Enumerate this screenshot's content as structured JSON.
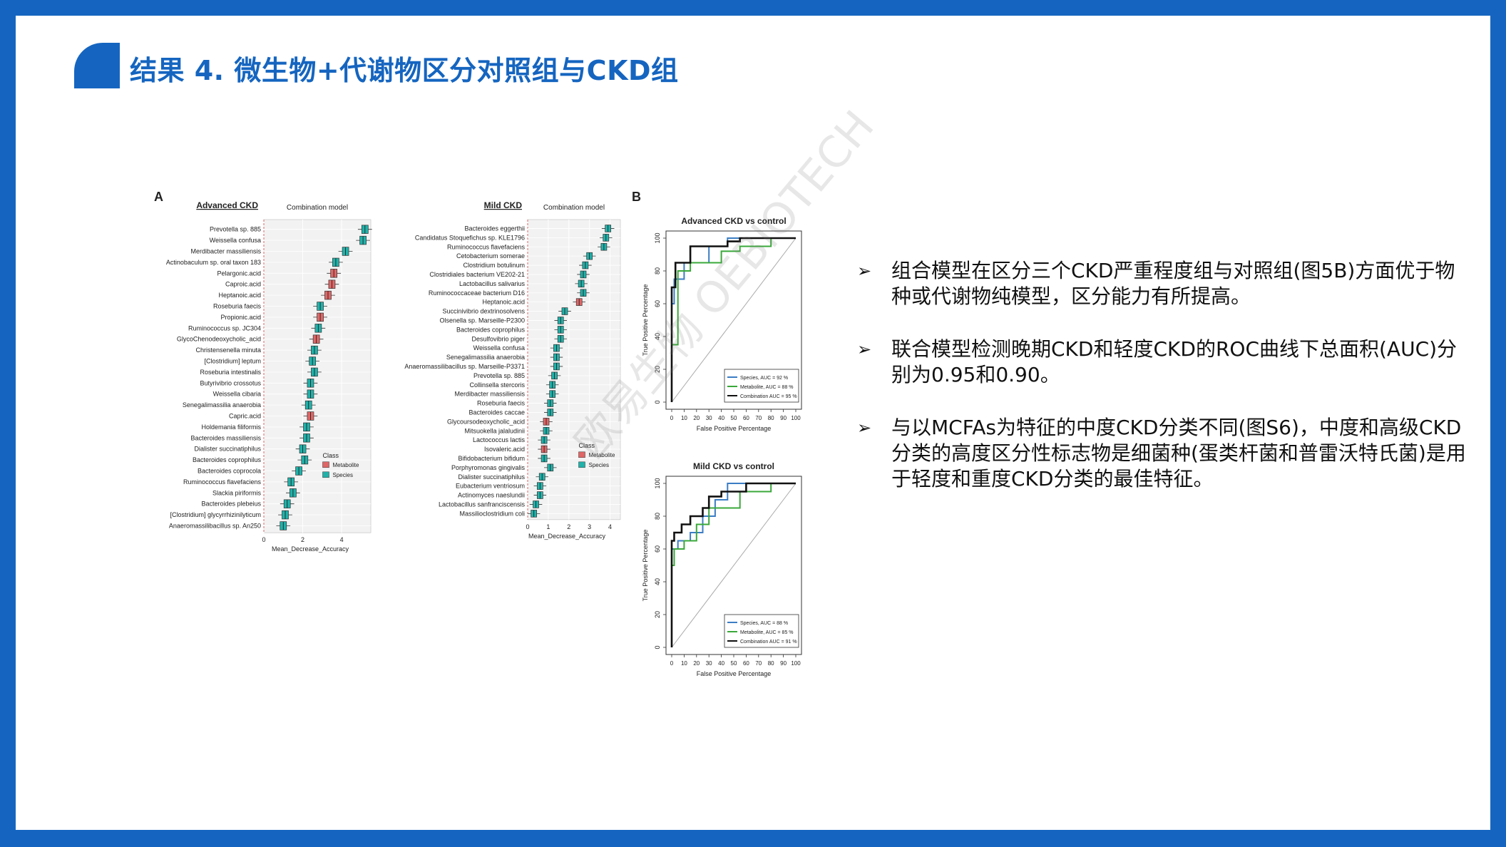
{
  "title": "结果 4. 微生物+代谢物区分对照组与CKD组",
  "watermark": "欧易生物 OEBIOTECH",
  "figure": {
    "panel_a_letter": "A",
    "panel_b_letter": "B",
    "importance_plots": [
      {
        "group_title": "Advanced CKD",
        "model_title": "Combination model",
        "xlabel": "Mean_Decrease_Accuracy",
        "xticks": [
          "0",
          "2",
          "4"
        ],
        "xlim": [
          0,
          5.5
        ],
        "legend_title": "Class",
        "legend": [
          {
            "name": "Metabolite",
            "color": "#e06666"
          },
          {
            "name": "Species",
            "color": "#20b2aa"
          }
        ],
        "features": [
          {
            "label": "Prevotella sp. 885",
            "value": 5.2,
            "class": "Species"
          },
          {
            "label": "Weissella confusa",
            "value": 5.1,
            "class": "Species"
          },
          {
            "label": "Merdibacter massiliensis",
            "value": 4.2,
            "class": "Species"
          },
          {
            "label": "Actinobaculum sp. oral taxon 183",
            "value": 3.7,
            "class": "Species"
          },
          {
            "label": "Pelargonic.acid",
            "value": 3.6,
            "class": "Metabolite"
          },
          {
            "label": "Caproic.acid",
            "value": 3.5,
            "class": "Metabolite"
          },
          {
            "label": "Heptanoic.acid",
            "value": 3.3,
            "class": "Metabolite"
          },
          {
            "label": "Roseburia faecis",
            "value": 2.9,
            "class": "Species"
          },
          {
            "label": "Propionic.acid",
            "value": 2.9,
            "class": "Metabolite"
          },
          {
            "label": "Ruminococcus sp. JC304",
            "value": 2.8,
            "class": "Species"
          },
          {
            "label": "GlycoChenodeoxycholic_acid",
            "value": 2.7,
            "class": "Metabolite"
          },
          {
            "label": "Christensenella minuta",
            "value": 2.6,
            "class": "Species"
          },
          {
            "label": "[Clostridium] leptum",
            "value": 2.5,
            "class": "Species"
          },
          {
            "label": "Roseburia intestinalis",
            "value": 2.6,
            "class": "Species"
          },
          {
            "label": "Butyrivibrio crossotus",
            "value": 2.4,
            "class": "Species"
          },
          {
            "label": "Weissella cibaria",
            "value": 2.4,
            "class": "Species"
          },
          {
            "label": "Senegalimassilia anaerobia",
            "value": 2.3,
            "class": "Species"
          },
          {
            "label": "Capric.acid",
            "value": 2.4,
            "class": "Metabolite"
          },
          {
            "label": "Holdemania filiformis",
            "value": 2.2,
            "class": "Species"
          },
          {
            "label": "Bacteroides massiliensis",
            "value": 2.2,
            "class": "Species"
          },
          {
            "label": "Dialister succinatiphilus",
            "value": 2.0,
            "class": "Species"
          },
          {
            "label": "Bacteroides coprophilus",
            "value": 2.1,
            "class": "Species"
          },
          {
            "label": "Bacteroides coprocola",
            "value": 1.8,
            "class": "Species"
          },
          {
            "label": "Ruminococcus flavefaciens",
            "value": 1.4,
            "class": "Species"
          },
          {
            "label": "Slackia piriformis",
            "value": 1.5,
            "class": "Species"
          },
          {
            "label": "Bacteroides plebeius",
            "value": 1.2,
            "class": "Species"
          },
          {
            "label": "[Clostridium] glycyrrhizinilyticum",
            "value": 1.1,
            "class": "Species"
          },
          {
            "label": "Anaeromassilibacillus sp. An250",
            "value": 1.0,
            "class": "Species"
          }
        ]
      },
      {
        "group_title": "Mild CKD",
        "model_title": "Combination model",
        "xlabel": "Mean_Decrease_Accuracy",
        "xticks": [
          "0",
          "1",
          "2",
          "3",
          "4"
        ],
        "xlim": [
          0,
          4.5
        ],
        "legend_title": "Class",
        "legend": [
          {
            "name": "Metabolite",
            "color": "#e06666"
          },
          {
            "name": "Species",
            "color": "#20b2aa"
          }
        ],
        "features": [
          {
            "label": "Bacteroides eggerthii",
            "value": 3.9,
            "class": "Species"
          },
          {
            "label": "Candidatus Stoquefichus sp. KLE1796",
            "value": 3.8,
            "class": "Species"
          },
          {
            "label": "Ruminococcus flavefaciens",
            "value": 3.7,
            "class": "Species"
          },
          {
            "label": "Cetobacterium somerae",
            "value": 3.0,
            "class": "Species"
          },
          {
            "label": "Clostridium botulinum",
            "value": 2.8,
            "class": "Species"
          },
          {
            "label": "Clostridiales bacterium VE202-21",
            "value": 2.7,
            "class": "Species"
          },
          {
            "label": "Lactobacillus salivarius",
            "value": 2.6,
            "class": "Species"
          },
          {
            "label": "Ruminococcaceae bacterium D16",
            "value": 2.7,
            "class": "Species"
          },
          {
            "label": "Heptanoic.acid",
            "value": 2.5,
            "class": "Metabolite"
          },
          {
            "label": "Succinivibrio dextrinosolvens",
            "value": 1.8,
            "class": "Species"
          },
          {
            "label": "Olsenella sp. Marseille-P2300",
            "value": 1.6,
            "class": "Species"
          },
          {
            "label": "Bacteroides coprophilus",
            "value": 1.6,
            "class": "Species"
          },
          {
            "label": "Desulfovibrio piger",
            "value": 1.6,
            "class": "Species"
          },
          {
            "label": "Weissella confusa",
            "value": 1.4,
            "class": "Species"
          },
          {
            "label": "Senegalimassilia anaerobia",
            "value": 1.4,
            "class": "Species"
          },
          {
            "label": "Anaeromassilibacillus sp. Marseille-P3371",
            "value": 1.4,
            "class": "Species"
          },
          {
            "label": "Prevotella sp. 885",
            "value": 1.3,
            "class": "Species"
          },
          {
            "label": "Collinsella stercoris",
            "value": 1.2,
            "class": "Species"
          },
          {
            "label": "Merdibacter massiliensis",
            "value": 1.2,
            "class": "Species"
          },
          {
            "label": "Roseburia faecis",
            "value": 1.1,
            "class": "Species"
          },
          {
            "label": "Bacteroides caccae",
            "value": 1.1,
            "class": "Species"
          },
          {
            "label": "Glycoursodeoxycholic_acid",
            "value": 0.9,
            "class": "Metabolite"
          },
          {
            "label": "Mitsuokella jalaludinii",
            "value": 0.9,
            "class": "Species"
          },
          {
            "label": "Lactococcus lactis",
            "value": 0.8,
            "class": "Species"
          },
          {
            "label": "Isovaleric.acid",
            "value": 0.8,
            "class": "Metabolite"
          },
          {
            "label": "Bifidobacterium bifidum",
            "value": 0.8,
            "class": "Species"
          },
          {
            "label": "Porphyromonas gingivalis",
            "value": 1.1,
            "class": "Species"
          },
          {
            "label": "Dialister succinatiphilus",
            "value": 0.7,
            "class": "Species"
          },
          {
            "label": "Eubacterium ventriosum",
            "value": 0.6,
            "class": "Species"
          },
          {
            "label": "Actinomyces naeslundii",
            "value": 0.6,
            "class": "Species"
          },
          {
            "label": "Lactobacillus sanfranciscensis",
            "value": 0.4,
            "class": "Species"
          },
          {
            "label": "Massilioclostridium coli",
            "value": 0.3,
            "class": "Species"
          }
        ]
      }
    ],
    "roc_plots": [
      {
        "title": "Advanced CKD vs control",
        "xlabel": "False Positive Percentage",
        "ylabel": "True Positive Percentage",
        "ticks": [
          "0",
          "20",
          "40",
          "60",
          "80",
          "100"
        ],
        "xticks": [
          "0",
          "10",
          "20",
          "30",
          "40",
          "50",
          "60",
          "70",
          "80",
          "90",
          "100"
        ],
        "legend": [
          {
            "name": "Species, AUC = 92 %",
            "color": "#3b7dc4"
          },
          {
            "name": "Metabolite, AUC = 88 %",
            "color": "#3aa83a"
          },
          {
            "name": "Combination AUC = 95 %",
            "color": "#111111"
          }
        ],
        "curves": [
          {
            "name": "Species",
            "color": "#3b7dc4",
            "points": [
              [
                0,
                0
              ],
              [
                0,
                60
              ],
              [
                2,
                60
              ],
              [
                2,
                75
              ],
              [
                10,
                75
              ],
              [
                10,
                85
              ],
              [
                30,
                85
              ],
              [
                30,
                95
              ],
              [
                45,
                95
              ],
              [
                45,
                100
              ],
              [
                100,
                100
              ]
            ]
          },
          {
            "name": "Metabolite",
            "color": "#3aa83a",
            "points": [
              [
                0,
                0
              ],
              [
                0,
                35
              ],
              [
                5,
                35
              ],
              [
                5,
                80
              ],
              [
                15,
                80
              ],
              [
                15,
                85
              ],
              [
                40,
                85
              ],
              [
                40,
                92
              ],
              [
                55,
                92
              ],
              [
                55,
                95
              ],
              [
                80,
                95
              ],
              [
                80,
                100
              ],
              [
                100,
                100
              ]
            ]
          },
          {
            "name": "Combination",
            "color": "#111111",
            "points": [
              [
                0,
                0
              ],
              [
                0,
                70
              ],
              [
                3,
                70
              ],
              [
                3,
                85
              ],
              [
                15,
                85
              ],
              [
                15,
                95
              ],
              [
                45,
                95
              ],
              [
                45,
                98
              ],
              [
                55,
                98
              ],
              [
                55,
                100
              ],
              [
                100,
                100
              ]
            ]
          }
        ]
      },
      {
        "title": "Mild CKD vs control",
        "xlabel": "False Positive Percentage",
        "ylabel": "True Positive Percentage",
        "ticks": [
          "0",
          "20",
          "40",
          "60",
          "80",
          "100"
        ],
        "xticks": [
          "0",
          "10",
          "20",
          "30",
          "40",
          "50",
          "60",
          "70",
          "80",
          "90",
          "100"
        ],
        "legend": [
          {
            "name": "Species, AUC = 88 %",
            "color": "#3b7dc4"
          },
          {
            "name": "Metabolite, AUC = 85 %",
            "color": "#3aa83a"
          },
          {
            "name": "Combination AUC = 91 %",
            "color": "#111111"
          }
        ],
        "curves": [
          {
            "name": "Species",
            "color": "#3b7dc4",
            "points": [
              [
                0,
                0
              ],
              [
                0,
                60
              ],
              [
                5,
                60
              ],
              [
                5,
                65
              ],
              [
                15,
                65
              ],
              [
                15,
                70
              ],
              [
                25,
                70
              ],
              [
                25,
                80
              ],
              [
                35,
                80
              ],
              [
                35,
                90
              ],
              [
                45,
                90
              ],
              [
                45,
                100
              ],
              [
                100,
                100
              ]
            ]
          },
          {
            "name": "Metabolite",
            "color": "#3aa83a",
            "points": [
              [
                0,
                0
              ],
              [
                0,
                50
              ],
              [
                2,
                50
              ],
              [
                2,
                60
              ],
              [
                10,
                60
              ],
              [
                10,
                65
              ],
              [
                20,
                65
              ],
              [
                20,
                75
              ],
              [
                30,
                75
              ],
              [
                30,
                85
              ],
              [
                55,
                85
              ],
              [
                55,
                95
              ],
              [
                80,
                95
              ],
              [
                80,
                100
              ],
              [
                100,
                100
              ]
            ]
          },
          {
            "name": "Combination",
            "color": "#111111",
            "points": [
              [
                0,
                0
              ],
              [
                0,
                65
              ],
              [
                2,
                65
              ],
              [
                2,
                70
              ],
              [
                8,
                70
              ],
              [
                8,
                75
              ],
              [
                15,
                75
              ],
              [
                15,
                80
              ],
              [
                25,
                80
              ],
              [
                25,
                85
              ],
              [
                30,
                85
              ],
              [
                30,
                92
              ],
              [
                40,
                92
              ],
              [
                40,
                95
              ],
              [
                60,
                95
              ],
              [
                60,
                100
              ],
              [
                100,
                100
              ]
            ]
          }
        ]
      }
    ]
  },
  "bullets": [
    {
      "arrow": "➢",
      "text": "组合模型在区分三个CKD严重程度组与对照组(图5B)方面优于物种或代谢物纯模型，区分能力有所提高。"
    },
    {
      "arrow": "➢",
      "text": "联合模型检测晚期CKD和轻度CKD的ROC曲线下总面积(AUC)分别为0.95和0.90。"
    },
    {
      "arrow": "➢",
      "text": "与以MCFAs为特征的中度CKD分类不同(图S6)，中度和高级CKD分类的高度区分性标志物是细菌种(蛋类杆菌和普雷沃特氏菌)是用于轻度和重度CKD分类的最佳特征。"
    }
  ]
}
